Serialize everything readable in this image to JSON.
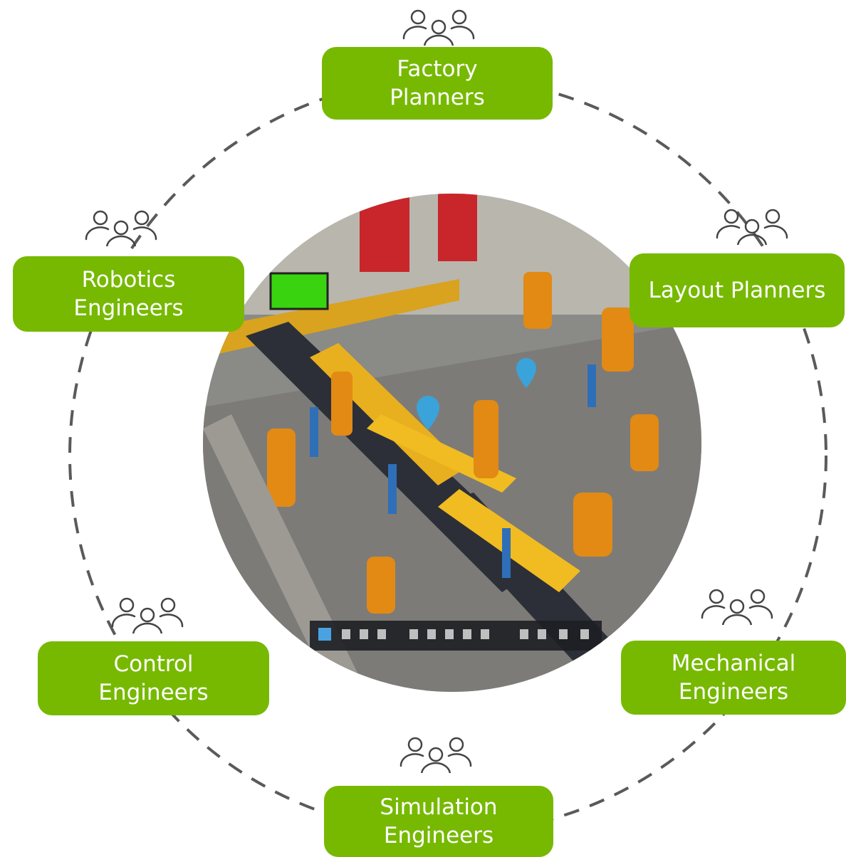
{
  "roles": {
    "top": [
      "Factory",
      "Planners"
    ],
    "upper_right": [
      "Layout Planners"
    ],
    "lower_right": [
      "Mechanical",
      "Engineers"
    ],
    "bottom": [
      "Simulation",
      "Engineers"
    ],
    "lower_left": [
      "Control",
      "Engineers"
    ],
    "upper_left": [
      "Robotics",
      "Engineers"
    ]
  },
  "icons": {
    "people_group": "people-group-icon",
    "dashed_ring": "dashed-ring",
    "center_image": "factory-floor-photo"
  },
  "colors": {
    "box_fill": "#76b900",
    "box_text": "#ffffff",
    "ring_stroke": "#5a5a5a",
    "icon_stroke": "#444444"
  }
}
